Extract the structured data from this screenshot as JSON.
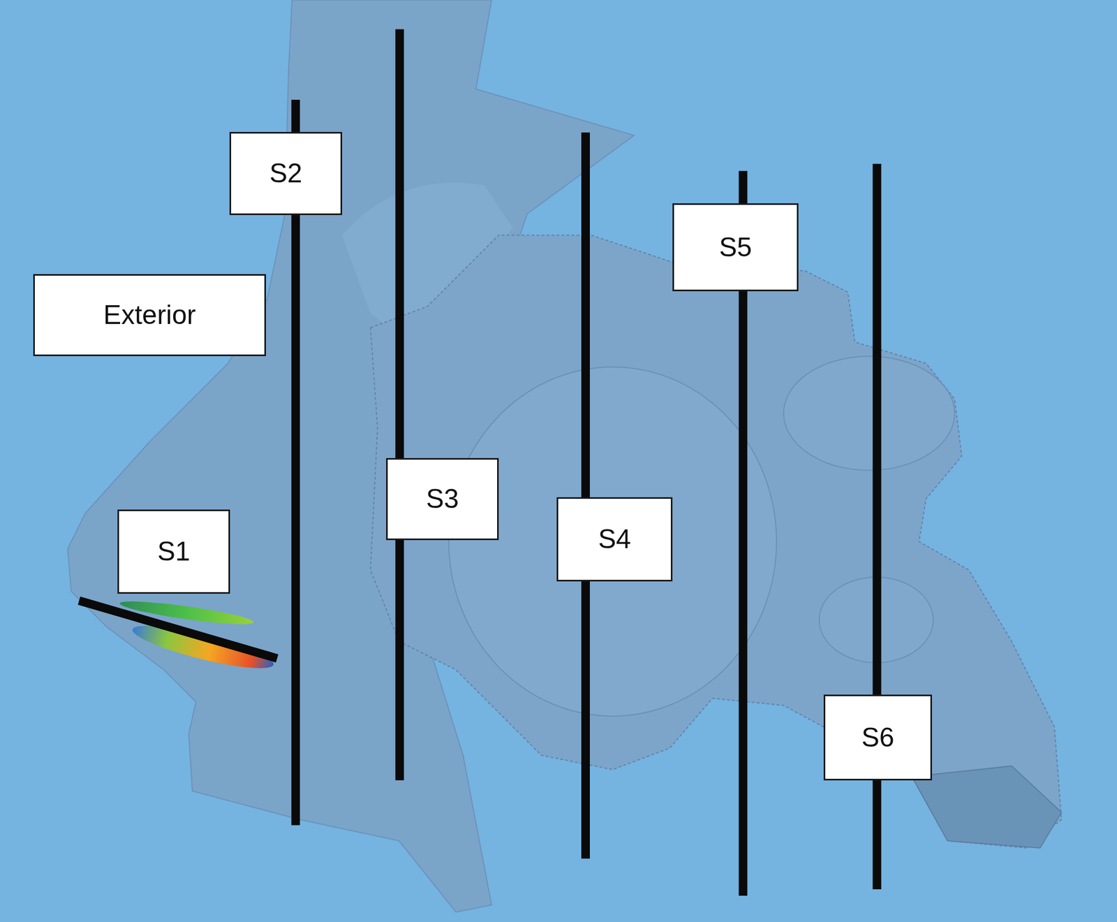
{
  "diagram": {
    "nodes": [
      {
        "text": [
          "S2"
        ]
      },
      {
        "text": [
          "S5"
        ]
      },
      {
        "text": [
          "Exterior"
        ]
      },
      {
        "text": [
          "S3"
        ]
      },
      {
        "text": [
          "S4"
        ]
      },
      {
        "text": [
          "S1"
        ]
      },
      {
        "text": [
          "S6"
        ]
      }
    ]
  }
}
